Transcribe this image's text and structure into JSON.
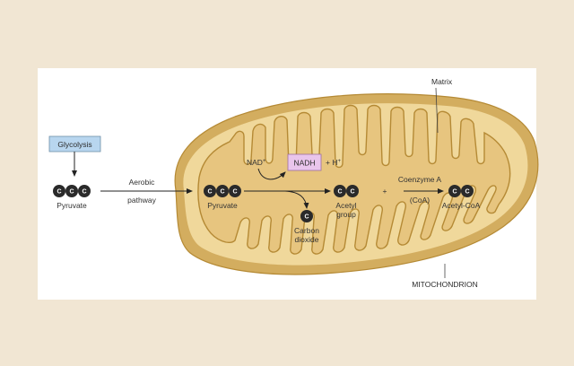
{
  "labels": {
    "matrix": "Matrix",
    "glycolysis": "Glycolysis",
    "pyruvate_left": "Pyruvate",
    "aerobic_line1": "Aerobic",
    "aerobic_line2": "pathway",
    "pyruvate_inner": "Pyruvate",
    "nad": "NAD",
    "nad_sup": "+",
    "nadh": "NADH",
    "plus_h": "+ H",
    "plus_h_sup": "+",
    "acetyl_line1": "Acetyl",
    "acetyl_line2": "group",
    "plus_sign": "+",
    "coenzyme_line1": "Coenzyme A",
    "coenzyme_line2": "(CoA)",
    "acetyl_coa": "Acetyl-CoA",
    "carbon_line1": "Carbon",
    "carbon_line2": "dioxide",
    "mitochondrion": "MITOCHONDRION",
    "carbon_letter": "C"
  },
  "colors": {
    "background": "#f1e6d3",
    "panel": "#ffffff",
    "outer_membrane": "#d3ad5f",
    "intermembrane": "#f0d89b",
    "matrix_fill": "#e7c57f",
    "membrane_line": "#b58a35",
    "glycolysis_box": "#b8d6ef",
    "nadh_box": "#e9c5ec",
    "carbon_atom": "#2a2a2a"
  }
}
